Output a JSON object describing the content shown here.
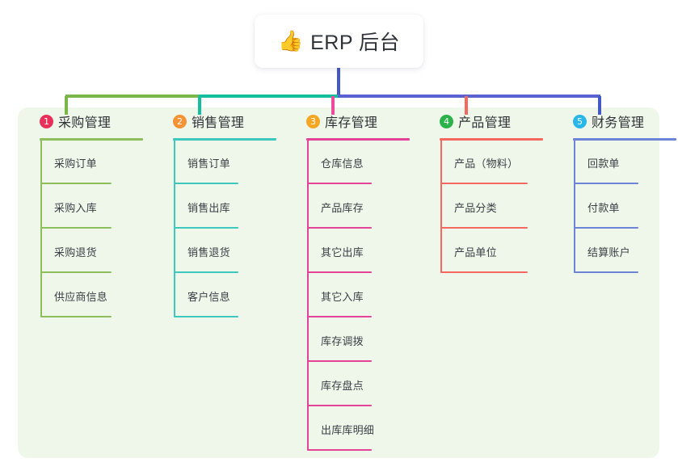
{
  "root": {
    "icon": "thumbs-up-icon",
    "emoji": "👍",
    "title": "ERP 后台"
  },
  "palette": {
    "panel_bg": "#eff7ea",
    "trunk": "#4458c8",
    "bus_left": "#7ab648",
    "bus_mid": "#14bfa0",
    "bus_right": "#5a62cf",
    "drop_1": "#7ab648",
    "drop_2": "#14bfa0",
    "drop_3": "#ea4c9b",
    "drop_4": "#f4685f",
    "drop_5": "#4458c8"
  },
  "columns": [
    {
      "index": "1",
      "title": "采购管理",
      "badge_color": "#e8305a",
      "line_color": "#8cbf5c",
      "items": [
        "采购订单",
        "采购入库",
        "采购退货",
        "供应商信息"
      ]
    },
    {
      "index": "2",
      "title": "销售管理",
      "badge_color": "#f59233",
      "line_color": "#3cc8bd",
      "items": [
        "销售订单",
        "销售出库",
        "销售退货",
        "客户信息"
      ]
    },
    {
      "index": "3",
      "title": "库存管理",
      "badge_color": "#f5a623",
      "line_color": "#e54397",
      "items": [
        "仓库信息",
        "产品库存",
        "其它出库",
        "其它入库",
        "库存调拨",
        "库存盘点",
        "出库库明细"
      ]
    },
    {
      "index": "4",
      "title": "产品管理",
      "badge_color": "#2bb34a",
      "line_color": "#f4685f",
      "items": [
        "产品（物料）",
        "产品分类",
        "产品单位"
      ]
    },
    {
      "index": "5",
      "title": "财务管理",
      "badge_color": "#29b6e8",
      "line_color": "#6d83d8",
      "items": [
        "回款单",
        "付款单",
        "结算账户"
      ]
    }
  ]
}
